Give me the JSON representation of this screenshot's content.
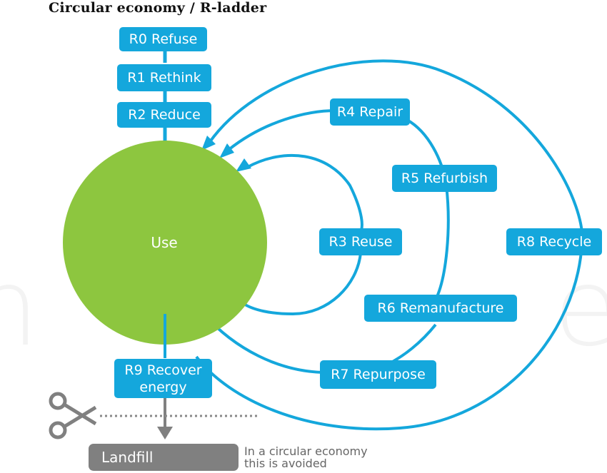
{
  "title": "Circular economy / R-ladder",
  "center": "Use",
  "steps": {
    "r0": "R0 Refuse",
    "r1": "R1 Rethink",
    "r2": "R2 Reduce",
    "r3": "R3 Reuse",
    "r4": "R4 Repair",
    "r5": "R5 Refurbish",
    "r6": "R6 Remanufacture",
    "r7": "R7 Repurpose",
    "r8": "R8 Recycle",
    "r9_line1": "R9 Recover",
    "r9_line2": "energy"
  },
  "landfill": "Landfill",
  "note_line1": "In a circular economy",
  "note_line2": "this is avoided",
  "icons": [
    "scissors-icon"
  ],
  "colors": {
    "accent": "#14a7dc",
    "use_circle": "#8dc63f",
    "landfill": "#808080"
  }
}
